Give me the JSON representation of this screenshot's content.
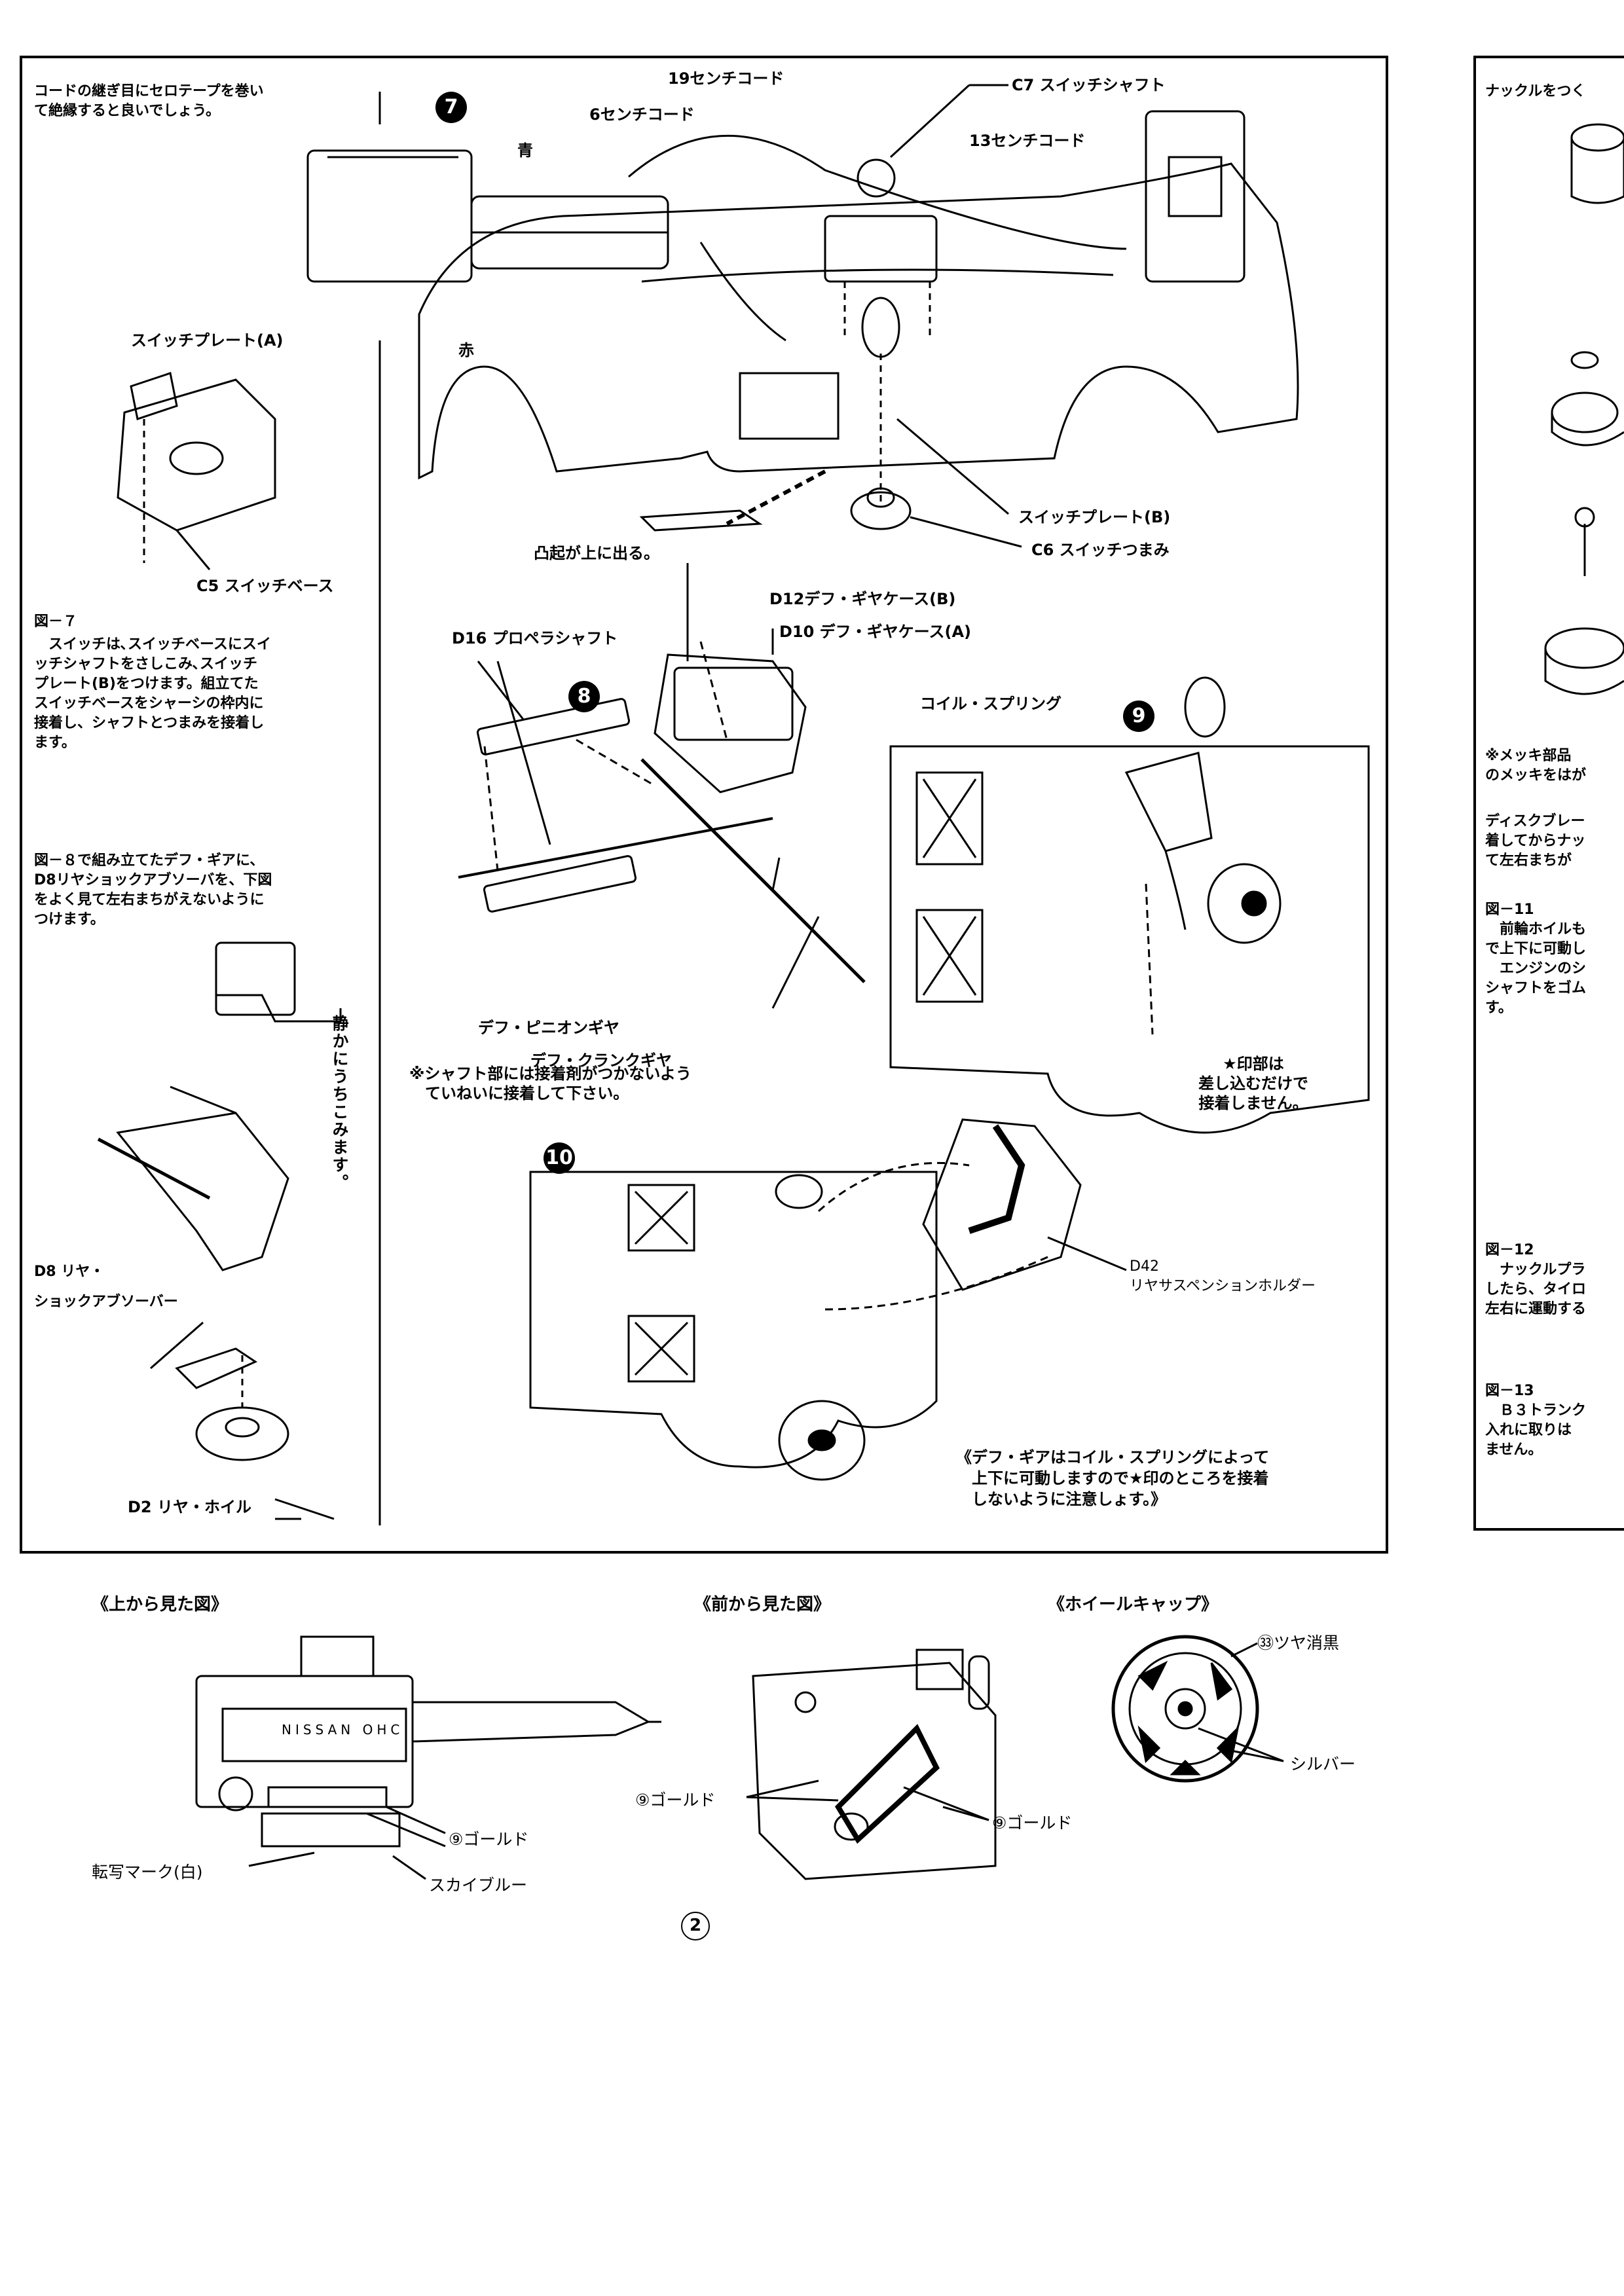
{
  "page_number": "2",
  "section7": {
    "step": "7",
    "note_tape": "コードの継ぎ目にセロテープを巻い\nて絶縁すると良いでしょう。",
    "cord_19": "19センチコード",
    "cord_6": "6センチコード",
    "cord_13": "13センチコード",
    "c7": "C7 スイッチシャフト",
    "blue": "青",
    "red": "赤",
    "switch_plate_a": "スイッチプレート(A)",
    "c5": "C5 スイッチベース",
    "bump_up": "凸起が上に出る。",
    "switch_plate_b": "スイッチプレート(B)",
    "c6": "C6 スイッチつまみ",
    "fig_title": "図－７",
    "fig_text": "　スイッチは､スイッチベースにスイ\nッチシャフトをさしこみ､スイッチ\nプレート(B)をつけます。組立てた\nスイッチベースをシャーシの枠内に\n接着し、シャフトとつまみを接着し\nます。"
  },
  "section8": {
    "step": "8",
    "d12": "D12デフ・ギヤケース(B)",
    "d10": "D10 デフ・ギヤケース(A)",
    "d16": "D16 プロペラシャフト",
    "pinion": "デフ・ピニオンギヤ",
    "crank": "デフ・クランクギヤ",
    "shaft_note": "※シャフト部には接着剤がつかないよう\n　ていねいに接着して下さい。",
    "fig_text": "図－８で組み立てたデフ・ギアに、\nD8リヤショックアブソーバを、下図\nをよく見て左右まちがえないように\nつけます。",
    "hammer_note": "静かにうちこみます。",
    "d8": "D8 リヤ・\nショックアブソーバー",
    "d2": "D2 リヤ・ホイル"
  },
  "section9": {
    "step": "9",
    "coil": "コイル・スプリング",
    "star_note": "★印部は\n差し込むだけで\n接着しません。"
  },
  "section10": {
    "step": "10",
    "d42": "D42\nリヤサスペンションホルダー",
    "diff_note": "《デフ・ギアはコイル・スプリングによって\n　上下に可動しますので★印のところを接着\n　しないように注意しょす。》"
  },
  "right_column": {
    "heading": "ナックルをつく",
    "plating_note": "※メッキ部品\nのメッキをはが",
    "disk_note": "ディスクブレー\n着してからナッ\nて左右まちが",
    "fig11_title": "図－11",
    "fig11_text": "　前輪ホイルも\nで上下に可動し\n　エンジンのシ\nシャフトをゴム\nす。",
    "fig12_title": "図－12",
    "fig12_text": "　ナックルプラ\nしたら、タイロ\n左右に運動する",
    "fig13_title": "図－13",
    "fig13_text": "　Ｂ３トランク\n入れに取りは\nません。"
  },
  "bottom": {
    "top_view": "《上から見た図》",
    "front_view": "《前から見た図》",
    "wheel_cap": "《ホイールキャップ》",
    "gold": "⑨ゴールド",
    "decal": "転写マーク(白)",
    "sky_blue": "スカイブルー",
    "matte_black": "㉝ツヤ消黒",
    "silver": "シルバー",
    "engine_text": "NISSAN OHC"
  }
}
